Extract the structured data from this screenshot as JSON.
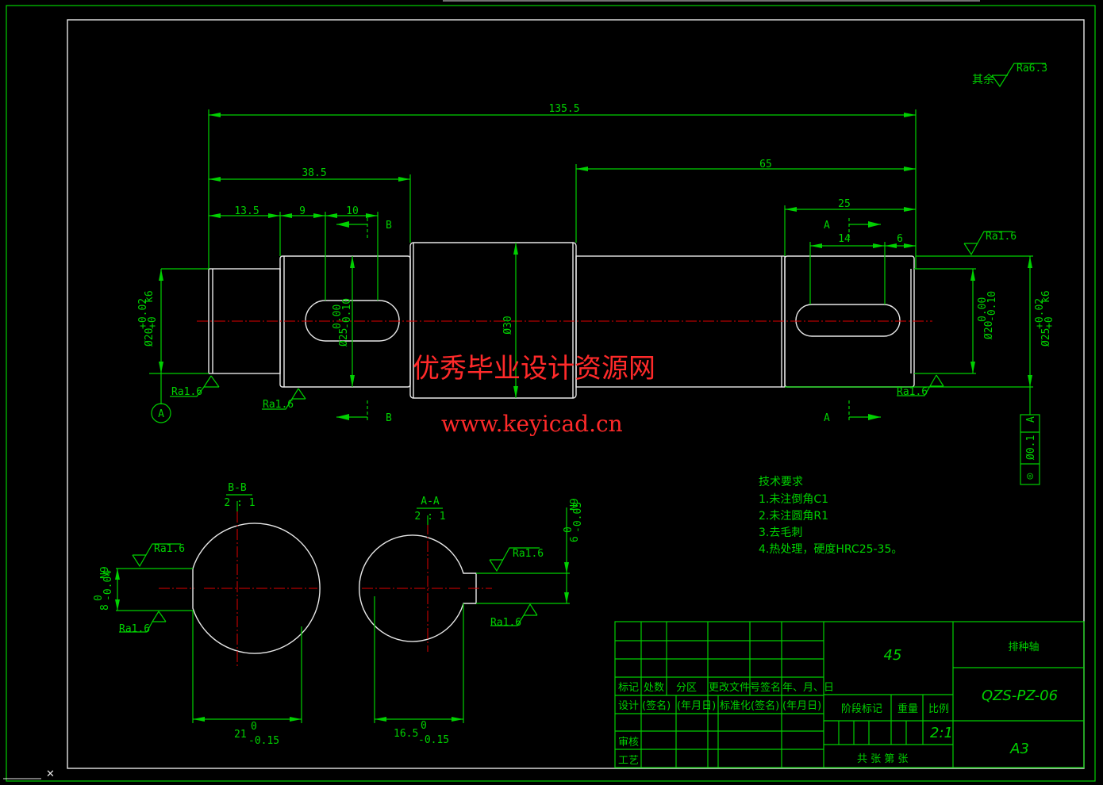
{
  "dimensions": {
    "overall": "135.5",
    "d38": "38.5",
    "d13": "13.5",
    "d9": "9",
    "d10": "10",
    "d65": "65",
    "d25": "25",
    "d14": "14",
    "d6": "6",
    "phi30": "Ø30",
    "left_journal": "Ø20",
    "left_journal_tol_upper": "+0.02",
    "left_journal_tol_lower": "+0",
    "left_journal_fit": "k6",
    "left_key_dia": "Ø25",
    "left_key_tol_upper": "0.00",
    "left_key_tol_lower": "-0.10",
    "right_key_dia": "Ø20",
    "right_key_tol_upper": "0.00",
    "right_key_tol_lower": "-0.10",
    "right_journal": "Ø25",
    "right_journal_tol_upper": "+0.02",
    "right_journal_tol_lower": "+0",
    "right_journal_fit": "k6",
    "bb_width": "21",
    "bb_width_tol_upper": "0",
    "bb_width_tol_lower": "-0.15",
    "aa_width": "16.5",
    "aa_width_tol_upper": "0",
    "aa_width_tol_lower": "-0.15",
    "bb_key": "8",
    "bb_key_tol_upper": "0",
    "bb_key_tol_lower": "-0.04",
    "bb_key_fit": "N9",
    "aa_key": "6",
    "aa_key_tol_upper": "0",
    "aa_key_tol_lower": "-0.03",
    "aa_key_fit": "N9"
  },
  "roughness": {
    "rest_label": "其余",
    "rest_value": "Ra6.3",
    "ra16": "Ra1.6"
  },
  "section_labels": {
    "b": "B",
    "a": "A",
    "datum": "A",
    "bb_title": "B-B",
    "bb_scale": "2 : 1",
    "aa_title": "A-A",
    "aa_scale": "2 : 1"
  },
  "tolerance_frame": {
    "symbol": "◎",
    "value": "Ø0.1",
    "datum": "A"
  },
  "tech_requirements": {
    "title": "技术要求",
    "items": [
      "1.未注倒角C1",
      "2.未注圆角R1",
      "3.去毛刺",
      "4.热处理，硬度HRC25-35。"
    ]
  },
  "watermark": {
    "line1": "优秀毕业设计资源网",
    "line2": "www.keyicad.cn"
  },
  "title_block": {
    "material": "45",
    "part_name": "排种轴",
    "drawing_no": "QZS-PZ-06",
    "sheet_size": "A3",
    "scale": "2:1",
    "header_cells": [
      "标记",
      "处数",
      "分区",
      "更改文件号",
      "签名",
      "年、月、日"
    ],
    "design_row": [
      "设计",
      "(签名)",
      "(年月日)",
      "标准化",
      "(签名)",
      "(年月日)"
    ],
    "labels": [
      "阶段标记",
      "重量",
      "比例"
    ],
    "review": "审核",
    "process": "工艺",
    "sheet_count": "共  张  第  张"
  },
  "corner_close": "✕"
}
